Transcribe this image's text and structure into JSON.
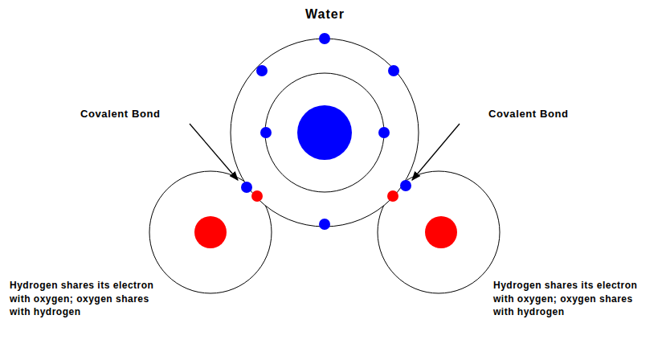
{
  "diagram": {
    "title": "Water",
    "labels": [
      "Covalent Bond",
      "Covalent Bond",
      "Hydrogen shares its electron with oxygen; oxygen shares with hydrogen",
      "Hydrogen shares its electron with oxygen; oxygen shares with hydrogen"
    ]
  }
}
